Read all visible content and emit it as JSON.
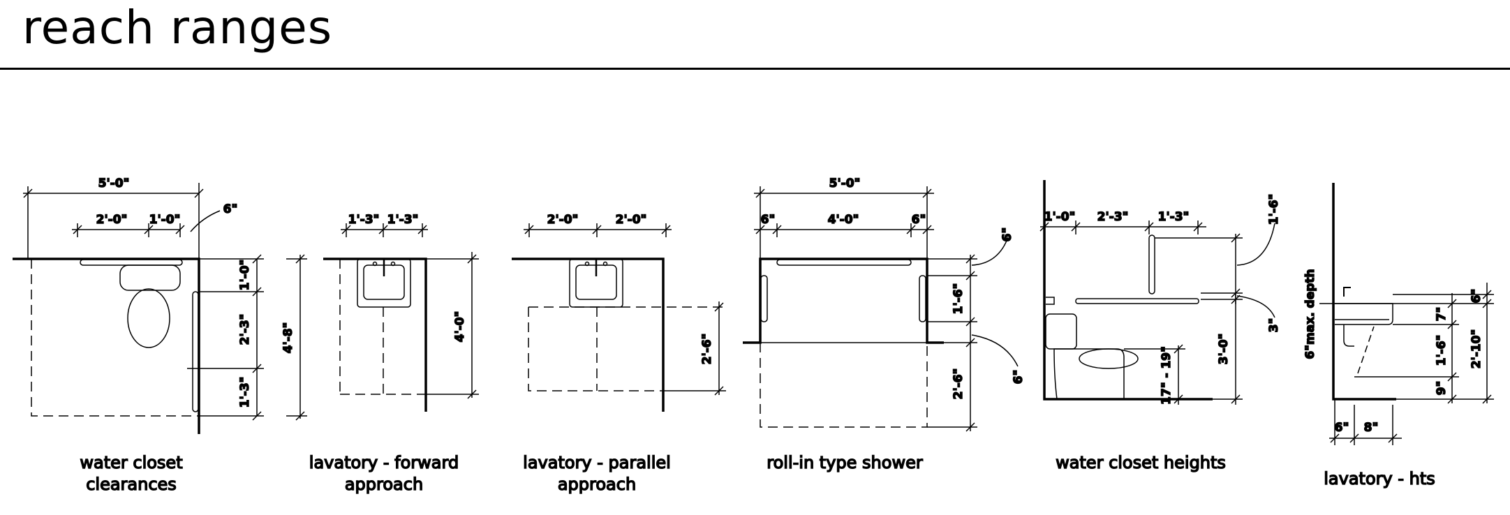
{
  "page": {
    "title": "reach ranges"
  },
  "details": [
    {
      "caption": [
        "water closet",
        "clearances"
      ],
      "dims": [
        "5'-0\"",
        "2'-0\"",
        "1'-0\"",
        "6\"",
        "1'-0\"",
        "2'-3\"",
        "1'-3\"",
        "4'-8\""
      ]
    },
    {
      "caption": [
        "lavatory - forward",
        "approach"
      ],
      "dims": [
        "1'-3\"",
        "1'-3\"",
        "4'-0\""
      ]
    },
    {
      "caption": [
        "lavatory - parallel",
        "approach"
      ],
      "dims": [
        "2'-0\"",
        "2'-0\"",
        "2'-6\""
      ]
    },
    {
      "caption": [
        "roll-in type shower"
      ],
      "dims": [
        "5'-0\"",
        "6\"",
        "4'-0\"",
        "6\"",
        "6\"",
        "1'-6\"",
        "2'-6\"",
        "6\""
      ]
    },
    {
      "caption": [
        "water closet heights"
      ],
      "dims": [
        "1'-0\"",
        "2'-3\"",
        "1'-3\"",
        "1'-6\"",
        "3\"",
        "17\" - 19\"",
        "3'-0\""
      ]
    },
    {
      "caption": [
        "lavatory - hts"
      ],
      "dims": [
        "6\"max. depth",
        "6\"",
        "7\"",
        "1'-6\"",
        "9\"",
        "2'-10\"",
        "6\"",
        "8\""
      ]
    }
  ]
}
